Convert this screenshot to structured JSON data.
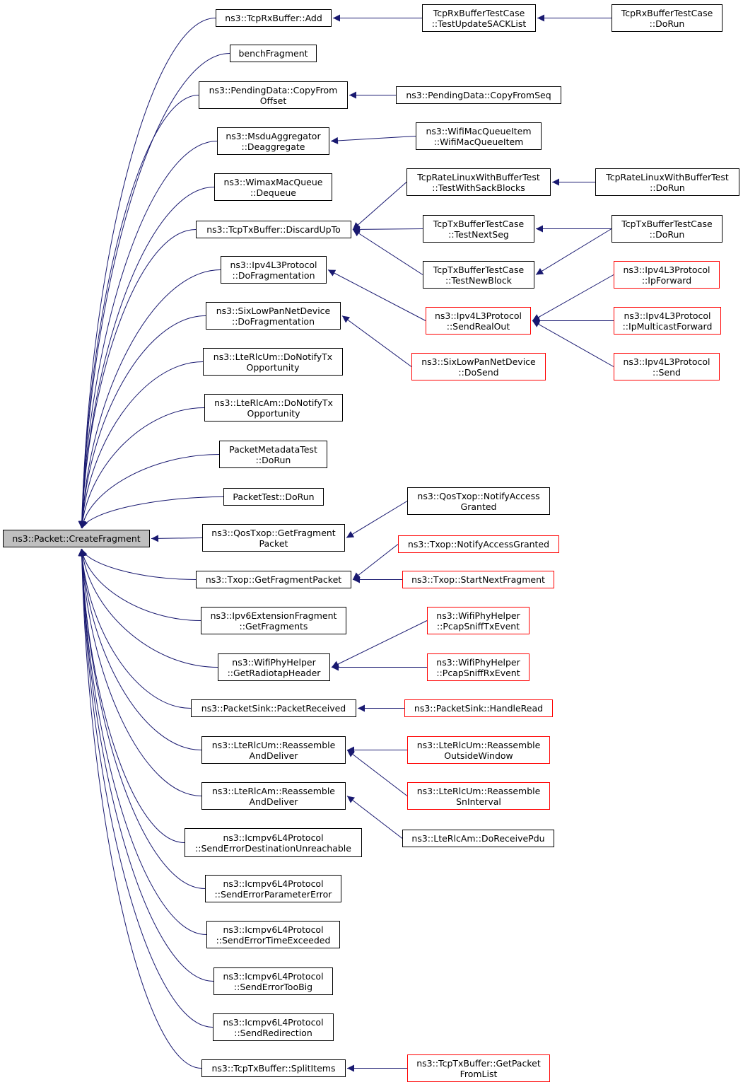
{
  "colors": {
    "edge": "#191970",
    "node_border": "#000000",
    "incomplete_border": "#ff0000",
    "root_fill": "#bfbfbf"
  },
  "nodes": [
    {
      "id": "root",
      "lines": [
        "ns3::Packet::CreateFragment"
      ]
    },
    {
      "id": "tcprx_add",
      "lines": [
        "ns3::TcpRxBuffer::Add"
      ]
    },
    {
      "id": "tcprx_testupdate",
      "lines": [
        "TcpRxBufferTestCase",
        "::TestUpdateSACKList"
      ]
    },
    {
      "id": "tcprx_dorun",
      "lines": [
        "TcpRxBufferTestCase",
        "::DoRun"
      ]
    },
    {
      "id": "benchfrag",
      "lines": [
        "benchFragment"
      ]
    },
    {
      "id": "pd_copyoffset",
      "lines": [
        "ns3::PendingData::CopyFrom",
        "Offset"
      ]
    },
    {
      "id": "pd_copyseq",
      "lines": [
        "ns3::PendingData::CopyFromSeq"
      ]
    },
    {
      "id": "msdu_deagg",
      "lines": [
        "ns3::MsduAggregator",
        "::Deaggregate"
      ]
    },
    {
      "id": "wifimacqi",
      "lines": [
        "ns3::WifiMacQueueItem",
        "::WifiMacQueueItem"
      ]
    },
    {
      "id": "wimax_deq",
      "lines": [
        "ns3::WimaxMacQueue",
        "::Dequeue"
      ]
    },
    {
      "id": "tcprate_sack",
      "lines": [
        "TcpRateLinuxWithBufferTest",
        "::TestWithSackBlocks"
      ]
    },
    {
      "id": "tcprate_dorun",
      "lines": [
        "TcpRateLinuxWithBufferTest",
        "::DoRun"
      ]
    },
    {
      "id": "tcptx_discard",
      "lines": [
        "ns3::TcpTxBuffer::DiscardUpTo"
      ]
    },
    {
      "id": "tcptx_nextseg",
      "lines": [
        "TcpTxBufferTestCase",
        "::TestNextSeg"
      ]
    },
    {
      "id": "tcptx_dorun",
      "lines": [
        "TcpTxBufferTestCase",
        "::DoRun"
      ]
    },
    {
      "id": "tcptx_newblock",
      "lines": [
        "TcpTxBufferTestCase",
        "::TestNewBlock"
      ]
    },
    {
      "id": "ipv4_dofrag",
      "lines": [
        "ns3::Ipv4L3Protocol",
        "::DoFragmentation"
      ]
    },
    {
      "id": "ipv4_ipfwd",
      "lines": [
        "ns3::Ipv4L3Protocol",
        "::IpForward"
      ],
      "red": true
    },
    {
      "id": "ipv4_sendreal",
      "lines": [
        "ns3::Ipv4L3Protocol",
        "::SendRealOut"
      ],
      "red": true
    },
    {
      "id": "ipv4_mcast",
      "lines": [
        "ns3::Ipv4L3Protocol",
        "::IpMulticastForward"
      ],
      "red": true
    },
    {
      "id": "sixlow_dofrag",
      "lines": [
        "ns3::SixLowPanNetDevice",
        "::DoFragmentation"
      ]
    },
    {
      "id": "sixlow_dosend",
      "lines": [
        "ns3::SixLowPanNetDevice",
        "::DoSend"
      ],
      "red": true
    },
    {
      "id": "ipv4_send",
      "lines": [
        "ns3::Ipv4L3Protocol",
        "::Send"
      ],
      "red": true
    },
    {
      "id": "lterlcum_notify",
      "lines": [
        "ns3::LteRlcUm::DoNotifyTx",
        "Opportunity"
      ]
    },
    {
      "id": "lterlcam_notify",
      "lines": [
        "ns3::LteRlcAm::DoNotifyTx",
        "Opportunity"
      ]
    },
    {
      "id": "pktmeta_dorun",
      "lines": [
        "PacketMetadataTest",
        "::DoRun"
      ]
    },
    {
      "id": "pkttest_dorun",
      "lines": [
        "PacketTest::DoRun"
      ]
    },
    {
      "id": "qostxop_notify",
      "lines": [
        "ns3::QosTxop::NotifyAccess",
        "Granted"
      ]
    },
    {
      "id": "qostxop_getfrag",
      "lines": [
        "ns3::QosTxop::GetFragment",
        "Packet"
      ]
    },
    {
      "id": "txop_notify",
      "lines": [
        "ns3::Txop::NotifyAccessGranted"
      ],
      "red": true
    },
    {
      "id": "txop_getfrag",
      "lines": [
        "ns3::Txop::GetFragmentPacket"
      ]
    },
    {
      "id": "txop_startnext",
      "lines": [
        "ns3::Txop::StartNextFragment"
      ],
      "red": true
    },
    {
      "id": "ipv6ext_getfrag",
      "lines": [
        "ns3::Ipv6ExtensionFragment",
        "::GetFragments"
      ]
    },
    {
      "id": "wifiphy_tx",
      "lines": [
        "ns3::WifiPhyHelper",
        "::PcapSniffTxEvent"
      ],
      "red": true
    },
    {
      "id": "wifiphy_radiotap",
      "lines": [
        "ns3::WifiPhyHelper",
        "::GetRadiotapHeader"
      ]
    },
    {
      "id": "wifiphy_rx",
      "lines": [
        "ns3::WifiPhyHelper",
        "::PcapSniffRxEvent"
      ],
      "red": true
    },
    {
      "id": "pktsink_recv",
      "lines": [
        "ns3::PacketSink::PacketReceived"
      ]
    },
    {
      "id": "pktsink_handle",
      "lines": [
        "ns3::PacketSink::HandleRead"
      ],
      "red": true
    },
    {
      "id": "lterlcum_reasm",
      "lines": [
        "ns3::LteRlcUm::Reassemble",
        "AndDeliver"
      ]
    },
    {
      "id": "lterlcum_outside",
      "lines": [
        "ns3::LteRlcUm::Reassemble",
        "OutsideWindow"
      ],
      "red": true
    },
    {
      "id": "lterlcam_reasm",
      "lines": [
        "ns3::LteRlcAm::Reassemble",
        "AndDeliver"
      ]
    },
    {
      "id": "lterlcum_sninterval",
      "lines": [
        "ns3::LteRlcUm::Reassemble",
        "SnInterval"
      ],
      "red": true
    },
    {
      "id": "lterlcam_dorecv",
      "lines": [
        "ns3::LteRlcAm::DoReceivePdu"
      ]
    },
    {
      "id": "icmp_dest",
      "lines": [
        "ns3::Icmpv6L4Protocol",
        "::SendErrorDestinationUnreachable"
      ]
    },
    {
      "id": "icmp_param",
      "lines": [
        "ns3::Icmpv6L4Protocol",
        "::SendErrorParameterError"
      ]
    },
    {
      "id": "icmp_time",
      "lines": [
        "ns3::Icmpv6L4Protocol",
        "::SendErrorTimeExceeded"
      ]
    },
    {
      "id": "icmp_toobig",
      "lines": [
        "ns3::Icmpv6L4Protocol",
        "::SendErrorTooBig"
      ]
    },
    {
      "id": "icmp_redirect",
      "lines": [
        "ns3::Icmpv6L4Protocol",
        "::SendRedirection"
      ]
    },
    {
      "id": "tcptx_split",
      "lines": [
        "ns3::TcpTxBuffer::SplitItems"
      ]
    },
    {
      "id": "tcptx_getpkt",
      "lines": [
        "ns3::TcpTxBuffer::GetPacket",
        "FromList"
      ],
      "red": true
    }
  ],
  "edges": [
    [
      "tcprx_add",
      "root"
    ],
    [
      "benchfrag",
      "root"
    ],
    [
      "pd_copyoffset",
      "root"
    ],
    [
      "msdu_deagg",
      "root"
    ],
    [
      "wimax_deq",
      "root"
    ],
    [
      "tcptx_discard",
      "root"
    ],
    [
      "ipv4_dofrag",
      "root"
    ],
    [
      "sixlow_dofrag",
      "root"
    ],
    [
      "lterlcum_notify",
      "root"
    ],
    [
      "lterlcam_notify",
      "root"
    ],
    [
      "pktmeta_dorun",
      "root"
    ],
    [
      "pkttest_dorun",
      "root"
    ],
    [
      "qostxop_getfrag",
      "root"
    ],
    [
      "txop_getfrag",
      "root"
    ],
    [
      "ipv6ext_getfrag",
      "root"
    ],
    [
      "wifiphy_radiotap",
      "root"
    ],
    [
      "pktsink_recv",
      "root"
    ],
    [
      "lterlcum_reasm",
      "root"
    ],
    [
      "lterlcam_reasm",
      "root"
    ],
    [
      "icmp_dest",
      "root"
    ],
    [
      "icmp_param",
      "root"
    ],
    [
      "icmp_time",
      "root"
    ],
    [
      "icmp_toobig",
      "root"
    ],
    [
      "icmp_redirect",
      "root"
    ],
    [
      "tcptx_split",
      "root"
    ],
    [
      "tcprx_testupdate",
      "tcprx_add"
    ],
    [
      "tcprx_dorun",
      "tcprx_testupdate"
    ],
    [
      "pd_copyseq",
      "pd_copyoffset"
    ],
    [
      "wifimacqi",
      "msdu_deagg"
    ],
    [
      "tcprate_sack",
      "tcptx_discard"
    ],
    [
      "tcptx_nextseg",
      "tcptx_discard"
    ],
    [
      "tcptx_newblock",
      "tcptx_discard"
    ],
    [
      "tcprate_dorun",
      "tcprate_sack"
    ],
    [
      "tcptx_dorun",
      "tcptx_nextseg"
    ],
    [
      "tcptx_dorun",
      "tcptx_newblock"
    ],
    [
      "ipv4_sendreal",
      "ipv4_dofrag"
    ],
    [
      "ipv4_ipfwd",
      "ipv4_sendreal"
    ],
    [
      "ipv4_mcast",
      "ipv4_sendreal"
    ],
    [
      "ipv4_send",
      "ipv4_sendreal"
    ],
    [
      "sixlow_dosend",
      "sixlow_dofrag"
    ],
    [
      "qostxop_notify",
      "qostxop_getfrag"
    ],
    [
      "txop_notify",
      "txop_getfrag"
    ],
    [
      "txop_startnext",
      "txop_getfrag"
    ],
    [
      "wifiphy_tx",
      "wifiphy_radiotap"
    ],
    [
      "wifiphy_rx",
      "wifiphy_radiotap"
    ],
    [
      "pktsink_handle",
      "pktsink_recv"
    ],
    [
      "lterlcum_outside",
      "lterlcum_reasm"
    ],
    [
      "lterlcum_sninterval",
      "lterlcum_reasm"
    ],
    [
      "lterlcam_dorecv",
      "lterlcam_reasm"
    ],
    [
      "tcptx_getpkt",
      "tcptx_split"
    ]
  ]
}
